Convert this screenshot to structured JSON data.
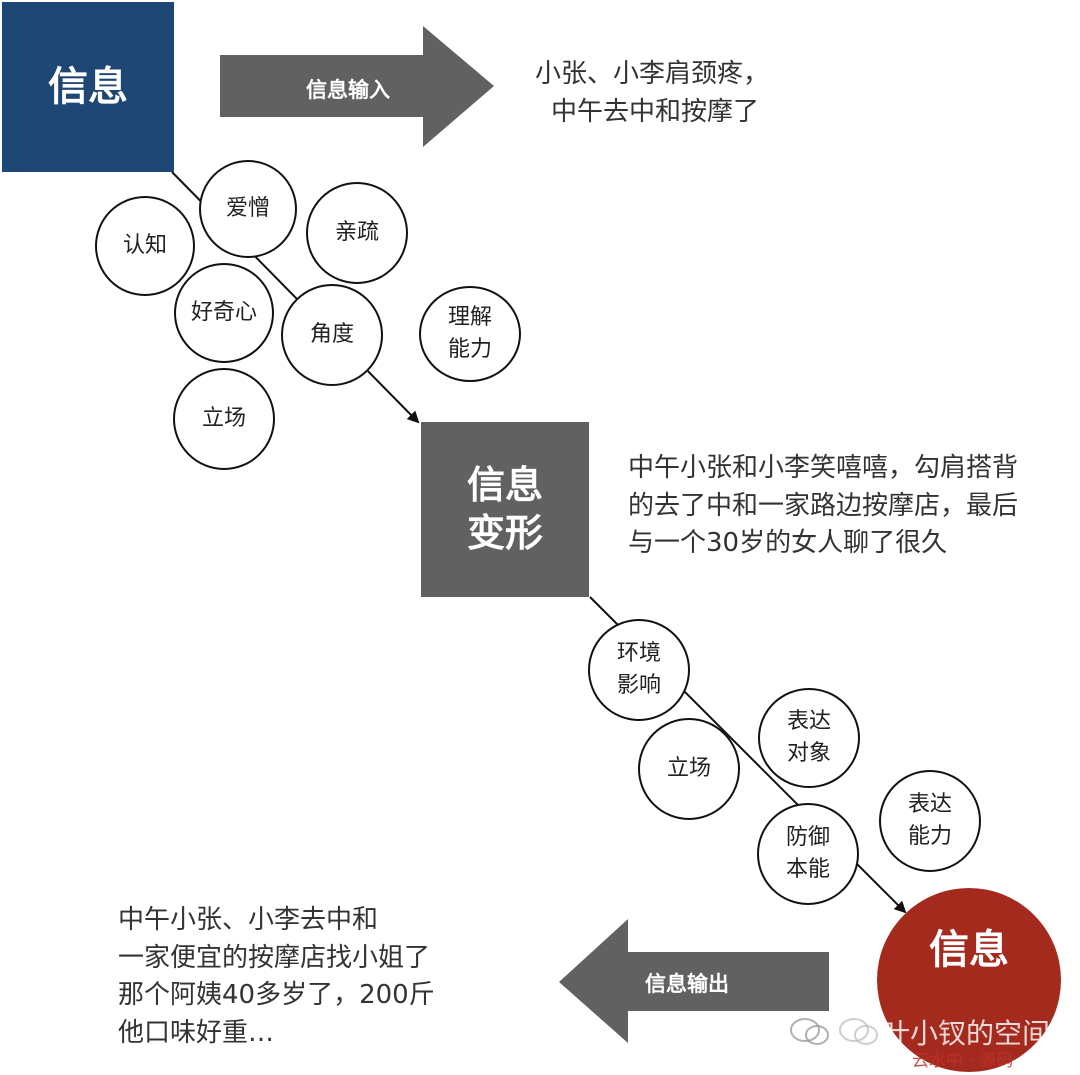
{
  "boxes": {
    "input": "信息",
    "transform_line1": "信息",
    "transform_line2": "变形",
    "output": "信息"
  },
  "arrows": {
    "input_label": "信息输入",
    "output_label": "信息输出"
  },
  "texts": {
    "input_text": [
      "小张、小李肩颈疼，",
      "中午去中和按摩了"
    ],
    "transform_text": [
      "中午小张和小李笑嘻嘻，勾肩搭背",
      "的去了中和一家路边按摩店，最后",
      "与一个30岁的女人聊了很久"
    ],
    "output_text": [
      "中午小张、小李去中和",
      "一家便宜的按摩店找小姐了",
      "那个阿姨40多岁了，200斤",
      "他口味好重…"
    ]
  },
  "bubbles_upper": [
    {
      "lines": [
        "爱憎"
      ]
    },
    {
      "lines": [
        "认知"
      ]
    },
    {
      "lines": [
        "亲疏"
      ]
    },
    {
      "lines": [
        "好奇心"
      ]
    },
    {
      "lines": [
        "角度"
      ]
    },
    {
      "lines": [
        "理解",
        "能力"
      ]
    },
    {
      "lines": [
        "立场"
      ]
    }
  ],
  "bubbles_lower": [
    {
      "lines": [
        "环境",
        "影响"
      ]
    },
    {
      "lines": [
        "表达",
        "对象"
      ]
    },
    {
      "lines": [
        "立场"
      ]
    },
    {
      "lines": [
        "表达",
        "能力"
      ]
    },
    {
      "lines": [
        "防御",
        "本能"
      ]
    }
  ],
  "watermark": {
    "text": "叶小钗的空间",
    "subtext": "云水中 · 源码"
  },
  "colors": {
    "input_box": "#1e4775",
    "transform_box": "#616161",
    "output_circle": "#a42a1e",
    "arrow": "#616161"
  }
}
